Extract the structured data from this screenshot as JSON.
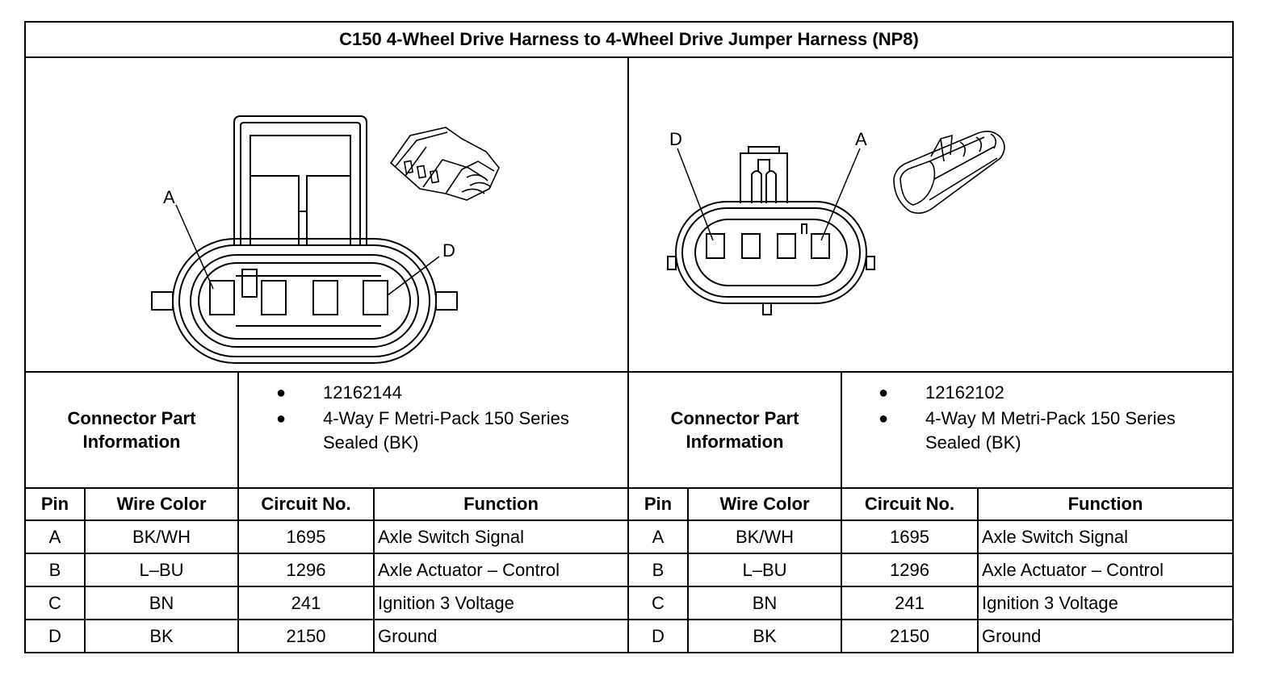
{
  "title": "C150 4-Wheel Drive Harness to 4-Wheel Drive Jumper Harness (NP8)",
  "connectors": [
    {
      "pin_labels": {
        "first": "A",
        "last": "D"
      },
      "info_label": "Connector Part Information",
      "part_info": [
        "12162144",
        "4-Way F Metri-Pack 150 Series Sealed (BK)"
      ],
      "columns": [
        "Pin",
        "Wire Color",
        "Circuit No.",
        "Function"
      ],
      "rows": [
        {
          "pin": "A",
          "color": "BK/WH",
          "circuit": "1695",
          "function": "Axle Switch Signal"
        },
        {
          "pin": "B",
          "color": "L–BU",
          "circuit": "1296",
          "function": "Axle Actuator – Control"
        },
        {
          "pin": "C",
          "color": "BN",
          "circuit": "241",
          "function": "Ignition 3 Voltage"
        },
        {
          "pin": "D",
          "color": "BK",
          "circuit": "2150",
          "function": "Ground"
        }
      ]
    },
    {
      "pin_labels": {
        "first": "D",
        "last": "A"
      },
      "info_label": "Connector Part Information",
      "part_info": [
        "12162102",
        "4-Way M Metri-Pack 150 Series Sealed (BK)"
      ],
      "columns": [
        "Pin",
        "Wire Color",
        "Circuit No.",
        "Function"
      ],
      "rows": [
        {
          "pin": "A",
          "color": "BK/WH",
          "circuit": "1695",
          "function": "Axle Switch Signal"
        },
        {
          "pin": "B",
          "color": "L–BU",
          "circuit": "1296",
          "function": "Axle Actuator – Control"
        },
        {
          "pin": "C",
          "color": "BN",
          "circuit": "241",
          "function": "Ignition 3 Voltage"
        },
        {
          "pin": "D",
          "color": "BK",
          "circuit": "2150",
          "function": "Ground"
        }
      ]
    }
  ]
}
